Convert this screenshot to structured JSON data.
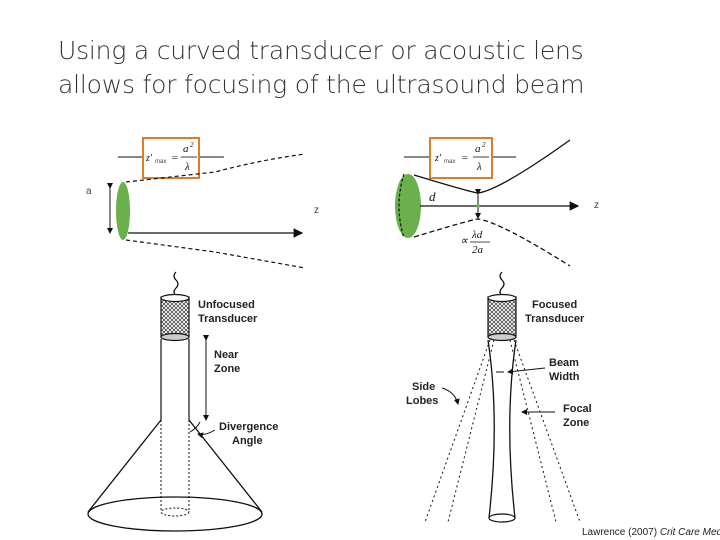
{
  "title": {
    "line1": "Using a curved transducer or acoustic lens",
    "line2": "allows for focusing of the ultrasound beam"
  },
  "top_left": {
    "formula_lhs": "z'",
    "formula_sub": "max",
    "formula_num": "a",
    "formula_exp": "2",
    "formula_den": "λ",
    "aperture_label": "a",
    "axis_label": "z"
  },
  "top_right": {
    "formula_lhs": "z'",
    "formula_sub": "max",
    "formula_num": "a",
    "formula_exp": "2",
    "formula_den": "λ",
    "focal_label": "d",
    "axis_label": "z",
    "width_prop": "∝",
    "width_num": "λd",
    "width_den": "2a"
  },
  "bottom_left": {
    "transducer_label_1": "Unfocused",
    "transducer_label_2": "Transducer",
    "near_zone_1": "Near",
    "near_zone_2": "Zone",
    "divergence_1": "Divergence",
    "divergence_2": "Angle"
  },
  "bottom_right": {
    "transducer_label_1": "Focused",
    "transducer_label_2": "Transducer",
    "beam_width_1": "Beam",
    "beam_width_2": "Width",
    "side_lobes_1": "Side",
    "side_lobes_2": "Lobes",
    "focal_zone_1": "Focal",
    "focal_zone_2": "Zone"
  },
  "citation": {
    "author": "Lawrence (2007) ",
    "journal": "Crit Care Med"
  },
  "colors": {
    "lens_green": "#6ab04c",
    "formula_box": "#e07b28"
  }
}
